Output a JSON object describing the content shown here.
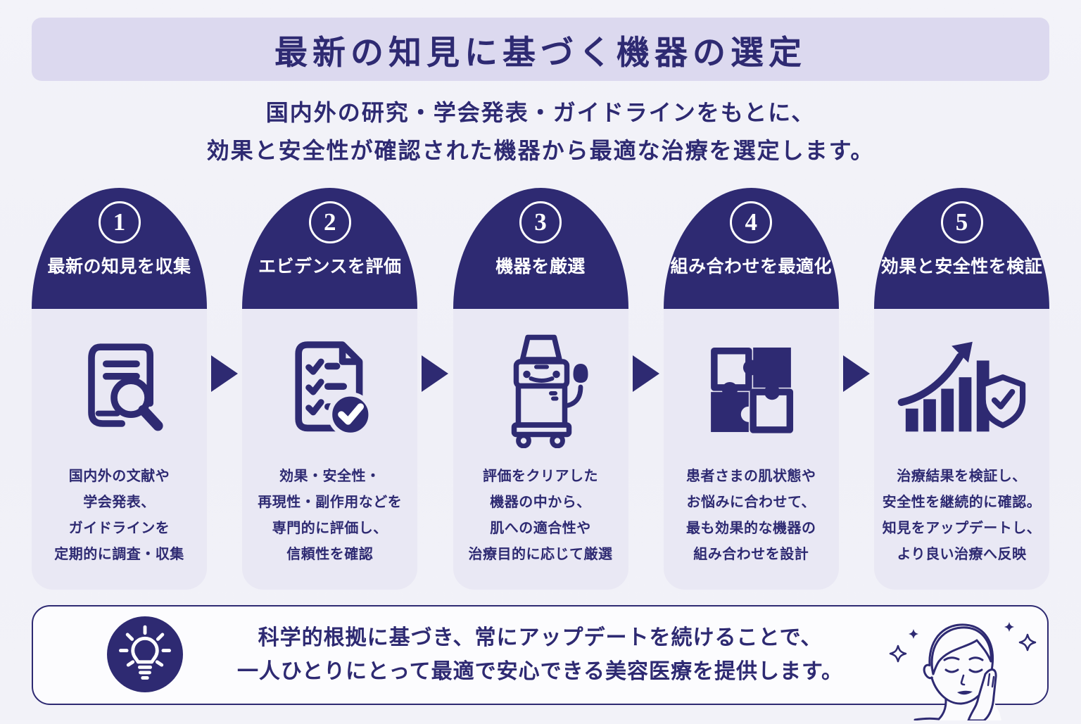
{
  "title": "最新の知見に基づく機器の選定",
  "subtitle": {
    "line1": "国内外の研究・学会発表・ガイドラインをもとに、",
    "line2": "効果と安全性が確認された機器から最適な治療を選定します。"
  },
  "steps": [
    {
      "number": "1",
      "title": "最新の知見を収集",
      "icon": "book-magnifier-icon",
      "desc_lines": [
        "国内外の文献や",
        "学会発表、",
        "ガイドラインを",
        "定期的に調査・収集"
      ]
    },
    {
      "number": "2",
      "title": "エビデンスを評価",
      "icon": "checklist-icon",
      "desc_lines": [
        "効果・安全性・",
        "再現性・副作用などを",
        "専門的に評価し、",
        "信頼性を確認"
      ]
    },
    {
      "number": "3",
      "title": "機器を厳選",
      "icon": "medical-device-icon",
      "desc_lines": [
        "評価をクリアした",
        "機器の中から、",
        "肌への適合性や",
        "治療目的に応じて厳選"
      ]
    },
    {
      "number": "4",
      "title": "組み合わせを最適化",
      "icon": "puzzle-icon",
      "desc_lines": [
        "患者さまの肌状態や",
        "お悩みに合わせて、",
        "最も効果的な機器の",
        "組み合わせを設計"
      ]
    },
    {
      "number": "5",
      "title": "効果と安全性を検証",
      "icon": "chart-shield-icon",
      "desc_lines": [
        "治療結果を検証し、",
        "安全性を継続的に確認。",
        "知見をアップデートし、",
        "より良い治療へ反映"
      ]
    }
  ],
  "footer": {
    "line1": "科学的根拠に基づき、常にアップデートを続けることで、",
    "line2": "一人ひとりにとって最適で安心できる美容医療を提供します。",
    "icon": "lightbulb-icon",
    "illustration": "woman-face-illustration"
  },
  "colors": {
    "navy": "#2e2a72",
    "banner_bg": "#dcd9ef",
    "card_body_bg": "#e9e8f4",
    "page_bg": "#f1f1f8",
    "footer_bg": "#fcfcfe",
    "white": "#ffffff"
  }
}
